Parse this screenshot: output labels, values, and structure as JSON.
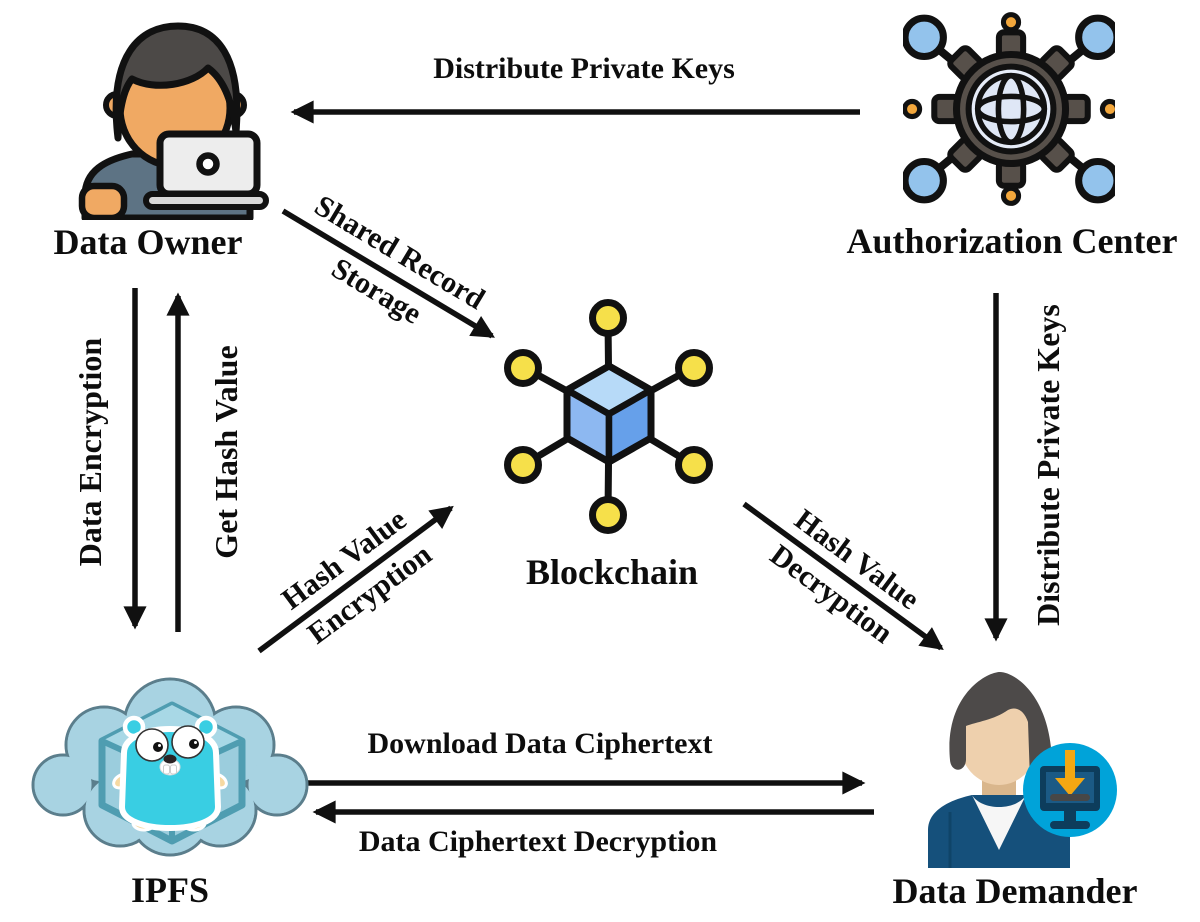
{
  "figure": {
    "type": "architecture-diagram",
    "description_visible": false
  },
  "nodes": {
    "data_owner": {
      "label": "Data Owner",
      "icon": "person-laptop-icon"
    },
    "authorization_center": {
      "label": "Authorization Center",
      "icon": "gear-globe-network-icon"
    },
    "blockchain": {
      "label": "Blockchain",
      "icon": "cube-node-network-icon"
    },
    "ipfs": {
      "label": "IPFS",
      "icon": "cloud-gopher-cube-icon"
    },
    "data_demander": {
      "label": "Data Demander",
      "icon": "woman-download-monitor-icon"
    }
  },
  "edges": {
    "distribute_private_keys_top": {
      "label": "Distribute Private Keys",
      "from": "Authorization Center",
      "to": "Data Owner"
    },
    "shared_record_storage": {
      "line1": "Shared Record",
      "line2": "Storage",
      "from": "Data Owner",
      "to": "Blockchain"
    },
    "data_encryption": {
      "label": "Data Encryption",
      "from": "Data Owner",
      "to": "IPFS"
    },
    "get_hash_value": {
      "label": "Get Hash Value",
      "from": "IPFS",
      "to": "Data Owner"
    },
    "hash_value_encryption": {
      "line1": "Hash Value",
      "line2": "Encryption",
      "from": "IPFS",
      "to": "Blockchain"
    },
    "hash_value_decryption": {
      "line1": "Hash Value",
      "line2": "Decryption",
      "from": "Blockchain",
      "to": "Data Demander"
    },
    "distribute_private_keys_right": {
      "label": "Distribute Private Keys",
      "from": "Authorization Center",
      "to": "Data Demander"
    },
    "download_data_ciphertext": {
      "label": "Download Data Ciphertext",
      "from": "IPFS",
      "to": "Data Demander"
    },
    "data_ciphertext_decryption": {
      "label": "Data Ciphertext Decryption",
      "from": "Data Demander",
      "to": "IPFS"
    }
  },
  "colors": {
    "arrow_black": "#101010",
    "label_text": "#0d0d0d",
    "owner_skin": "#f0a963",
    "owner_hair": "#4c4947",
    "owner_shirt": "#5d7384",
    "laptop_body": "#ededed",
    "gear_dark": "#57504a",
    "globe_light": "#e3eaf7",
    "network_node_blue": "#93c3ec",
    "network_dot_orange": "#f3a73c",
    "cube_top_blue": "#b7daf8",
    "cube_left_blue": "#8db8f1",
    "cube_right_blue": "#66a0ea",
    "chain_node_yellow": "#f6e04a",
    "cloud_blue": "#a8d3e2",
    "hex_teal": "#4f9db1",
    "gopher_cyan": "#39cee3",
    "gopher_paw_tan": "#f6d9a2",
    "demander_hair": "#4d4a49",
    "demander_skin": "#eed0ad",
    "demander_jacket": "#15507b",
    "badge_cyan": "#00a3d9",
    "monitor_navy": "#0d3d5c",
    "download_orange": "#f4a712"
  }
}
